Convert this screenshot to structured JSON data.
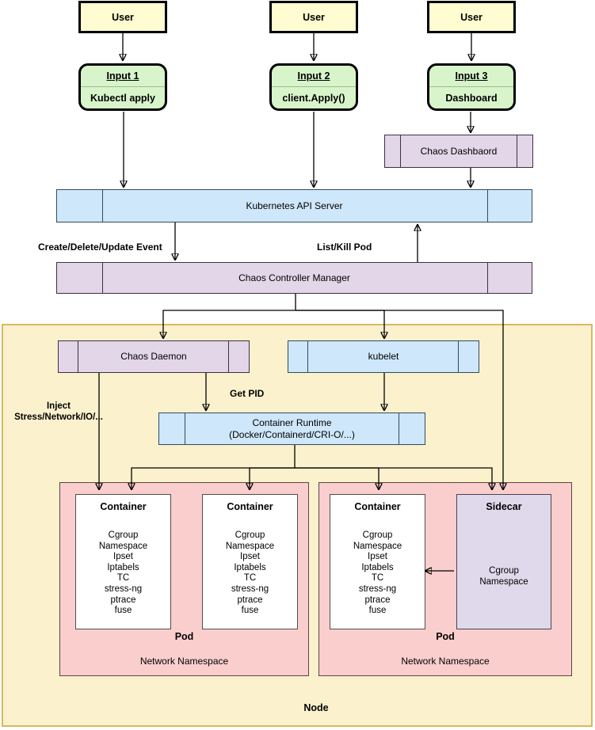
{
  "diagram": {
    "users": [
      {
        "label": "User"
      },
      {
        "label": "User"
      },
      {
        "label": "User"
      }
    ],
    "inputs": [
      {
        "title": "Input 1",
        "body": "Kubectl apply"
      },
      {
        "title": "Input 2",
        "body": "client.Apply()"
      },
      {
        "title": "Input 3",
        "body": "Dashboard"
      }
    ],
    "chaos_dashboard": {
      "label": "Chaos Dashbaord"
    },
    "api_server": {
      "label": "Kubernetes API Server"
    },
    "controller_manager": {
      "label": "Chaos Controller Manager"
    },
    "edge_labels": {
      "create_event": "Create/Delete/Update Event",
      "list_kill_pod": "List/Kill Pod",
      "get_pid": "Get PID",
      "inject_line1": "Inject",
      "inject_line2": "Stress/Network/IO/..."
    },
    "node": {
      "label": "Node",
      "chaos_daemon": {
        "label": "Chaos Daemon"
      },
      "kubelet": {
        "label": "kubelet"
      },
      "container_runtime": {
        "line1": "Container Runtime",
        "line2": "(Docker/Containerd/CRI-O/...)"
      },
      "pods": [
        {
          "pod_label": "Pod",
          "namespace_label": "Network Namespace",
          "containers": [
            {
              "title": "Container",
              "items": [
                "Cgroup",
                "Namespace",
                "Ipset",
                "Iptabels",
                "TC",
                "stress-ng",
                "ptrace",
                "fuse"
              ]
            },
            {
              "title": "Container",
              "items": [
                "Cgroup",
                "Namespace",
                "Ipset",
                "Iptabels",
                "TC",
                "stress-ng",
                "ptrace",
                "fuse"
              ]
            }
          ]
        },
        {
          "pod_label": "Pod",
          "namespace_label": "Network Namespace",
          "containers": [
            {
              "title": "Container",
              "items": [
                "Cgroup",
                "Namespace",
                "Ipset",
                "Iptabels",
                "TC",
                "stress-ng",
                "ptrace",
                "fuse"
              ]
            },
            {
              "title": "Sidecar",
              "items": [
                "Cgroup",
                "Namespace"
              ]
            }
          ]
        }
      ]
    },
    "colors": {
      "user_fill": "#FEFCD0",
      "input_fill": "#D8F4CB",
      "blue_fill": "#CEE7FA",
      "purple_fill": "#E3D6E8",
      "pink_fill": "#FBCECE",
      "sidecar_fill": "#E0D8EB",
      "node_fill": "#FCF1CD",
      "node_border": "#D8B95C",
      "arrow": "#000000"
    }
  }
}
